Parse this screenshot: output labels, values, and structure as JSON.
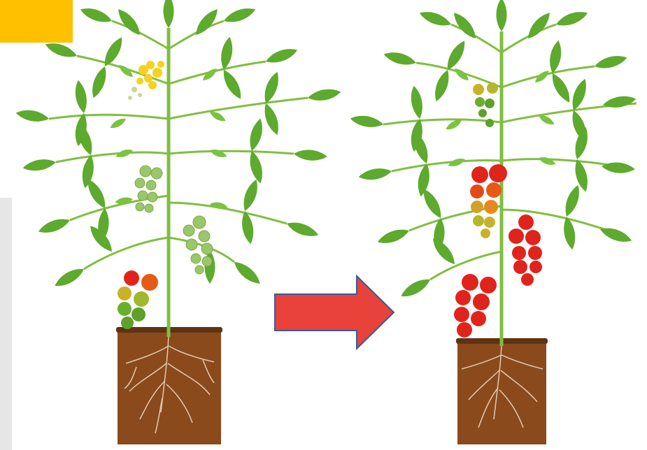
{
  "scene": {
    "left_plant": {
      "stage": "flowering-and-green-fruit"
    },
    "right_plant": {
      "stage": "ripe-red-fruit"
    },
    "arrow": {
      "direction": "right"
    }
  },
  "colors": {
    "accent_badge": "#FFC000",
    "side_panel": "#E6E6E6",
    "arrow_fill": "#E8423A",
    "arrow_stroke": "#3A5A9A",
    "soil": "#8B4A1C",
    "stem": "#7FBF3F",
    "leaf": "#5DAA2E",
    "leaf_light": "#7CC242",
    "tomato_ripe": "#E0241B",
    "tomato_unripe": "#9BC76A",
    "flower": "#F5D21E"
  },
  "icons": [
    "tomato-plant-icon",
    "right-arrow-icon",
    "flower-icon"
  ]
}
